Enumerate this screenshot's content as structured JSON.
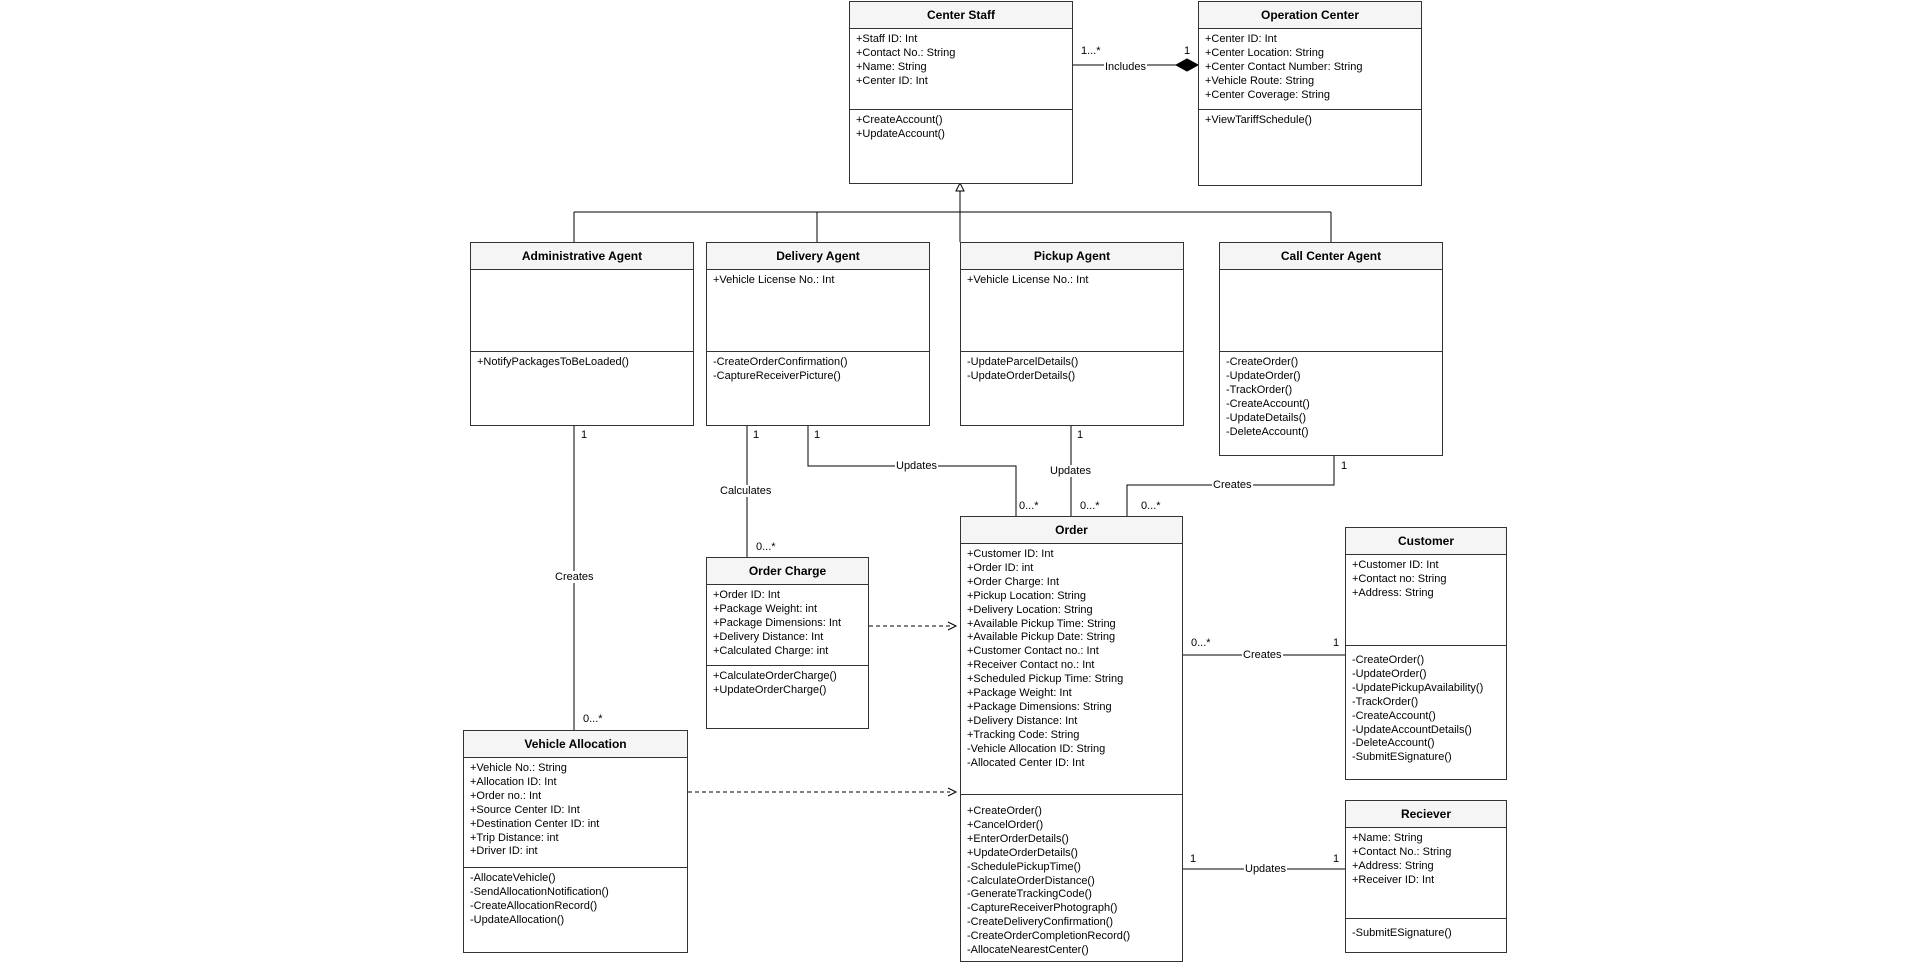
{
  "classes": [
    {
      "id": "center_staff",
      "name": "Center Staff",
      "attributes": [
        "+Staff ID: Int",
        "+Contact No.: String",
        "+Name: String",
        "+Center ID: Int"
      ],
      "operations": [
        "+CreateAccount()",
        "+UpdateAccount()"
      ]
    },
    {
      "id": "operation_center",
      "name": "Operation Center",
      "attributes": [
        "+Center ID: Int",
        "+Center Location: String",
        "+Center Contact Number: String",
        "+Vehicle Route: String",
        "+Center Coverage: String"
      ],
      "operations": [
        "+ViewTariffSchedule()"
      ]
    },
    {
      "id": "administrative_agent",
      "name": "Administrative Agent",
      "attributes": [],
      "operations": [
        "+NotifyPackagesToBeLoaded()"
      ]
    },
    {
      "id": "delivery_agent",
      "name": "Delivery Agent",
      "attributes": [
        "+Vehicle License No.: Int"
      ],
      "operations": [
        "-CreateOrderConfirmation()",
        "-CaptureReceiverPicture()"
      ]
    },
    {
      "id": "pickup_agent",
      "name": "Pickup Agent",
      "attributes": [
        "+Vehicle License No.: Int"
      ],
      "operations": [
        "-UpdateParcelDetails()",
        "-UpdateOrderDetails()"
      ]
    },
    {
      "id": "call_center_agent",
      "name": "Call Center Agent",
      "attributes": [],
      "operations": [
        "-CreateOrder()",
        "-UpdateOrder()",
        "-TrackOrder()",
        "-CreateAccount()",
        "-UpdateDetails()",
        "-DeleteAccount()"
      ]
    },
    {
      "id": "order_charge",
      "name": "Order Charge",
      "attributes": [
        "+Order ID: Int",
        "+Package Weight: int",
        "+Package Dimensions: Int",
        "+Delivery Distance: Int",
        "+Calculated Charge: int"
      ],
      "operations": [
        "+CalculateOrderCharge()",
        "+UpdateOrderCharge()"
      ]
    },
    {
      "id": "order",
      "name": "Order",
      "attributes": [
        "+Customer ID: Int",
        "+Order ID: int",
        "+Order Charge: Int",
        "+Pickup Location: String",
        "+Delivery Location: String",
        "+Available Pickup Time: String",
        "+Available Pickup Date: String",
        "+Customer Contact no.: Int",
        "+Receiver Contact no.: Int",
        "+Scheduled Pickup Time: String",
        "+Package Weight: Int",
        "+Package Dimensions: String",
        "+Delivery Distance: Int",
        "+Tracking Code: String",
        "-Vehicle Allocation ID: String",
        "-Allocated Center ID: Int"
      ],
      "operations": [
        "+CreateOrder()",
        "+CancelOrder()",
        "+EnterOrderDetails()",
        "+UpdateOrderDetails()",
        "-SchedulePickupTime()",
        "-CalculateOrderDistance()",
        "-GenerateTrackingCode()",
        "-CaptureReceiverPhotograph()",
        "-CreateDeliveryConfirmation()",
        "-CreateOrderCompletionRecord()",
        "-AllocateNearestCenter()"
      ]
    },
    {
      "id": "customer",
      "name": "Customer",
      "attributes": [
        "+Customer ID: Int",
        "+Contact no: String",
        "+Address: String"
      ],
      "operations": [
        "-CreateOrder()",
        "-UpdateOrder()",
        "-UpdatePickupAvailability()",
        "-TrackOrder()",
        "-CreateAccount()",
        "-UpdateAccountDetails()",
        "-DeleteAccount()",
        "-SubmitESignature()"
      ]
    },
    {
      "id": "vehicle_allocation",
      "name": "Vehicle Allocation",
      "attributes": [
        "+Vehicle No.: String",
        "+Allocation ID: Int",
        "+Order no.: Int",
        "+Source Center ID: Int",
        "+Destination Center ID: int",
        "+Trip Distance: int",
        "+Driver ID: int"
      ],
      "operations": [
        "-AllocateVehicle()",
        "-SendAllocationNotification()",
        "-CreateAllocationRecord()",
        "-UpdateAllocation()"
      ]
    },
    {
      "id": "reciever",
      "name": "Reciever",
      "attributes": [
        "+Name: String",
        "+Contact No.: String",
        "+Address: String",
        "+Receiver ID: Int"
      ],
      "operations": [
        "-SubmitESignature()"
      ]
    }
  ],
  "relations": [
    {
      "id": "includes",
      "label": "Includes",
      "mult_a": "1...*",
      "mult_b": "1"
    },
    {
      "id": "admin_creates",
      "label": "Creates",
      "mult_a": "1",
      "mult_b": "0...*"
    },
    {
      "id": "calculates",
      "label": "Calculates",
      "mult_a": "1",
      "mult_b": "0...*"
    },
    {
      "id": "delivery_updates",
      "label": "Updates",
      "mult_a": "1",
      "mult_b": "0...*"
    },
    {
      "id": "pickup_updates",
      "label": "Updates",
      "mult_a": "1",
      "mult_b": "0...*"
    },
    {
      "id": "callcenter_creates",
      "label": "Creates",
      "mult_a": "1",
      "mult_b": "0...*"
    },
    {
      "id": "customer_creates",
      "label": "Creates",
      "mult_a": "0...*",
      "mult_b": "1"
    },
    {
      "id": "reciever_updates",
      "label": "Updates",
      "mult_a": "1",
      "mult_b": "1"
    }
  ]
}
